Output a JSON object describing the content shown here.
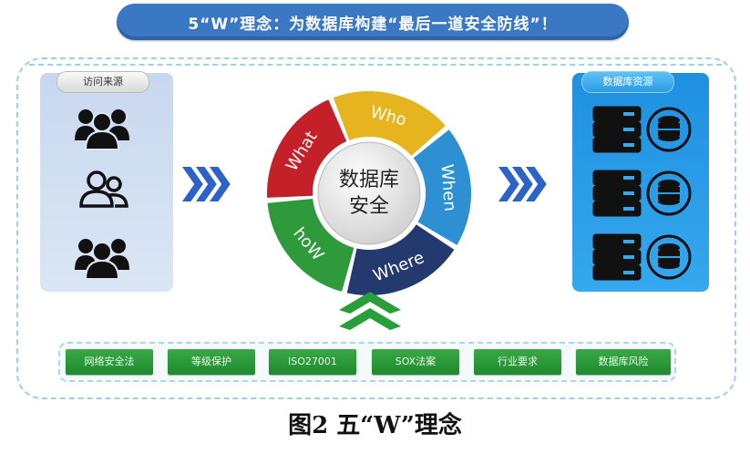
{
  "title": "5“W”理念：为数据库构建“最后一道安全防线”！",
  "left_panel": {
    "label": "访问来源"
  },
  "right_panel": {
    "label": "数据库资源"
  },
  "center": {
    "line1": "数据库",
    "line2": "安全",
    "segments": [
      {
        "label": "Who",
        "color": "#e6b41e"
      },
      {
        "label": "When",
        "color": "#2e8fd2"
      },
      {
        "label": "Where",
        "color": "#243a6e"
      },
      {
        "label": "hoW",
        "color": "#2f9a3c"
      },
      {
        "label": "What",
        "color": "#c4202a"
      }
    ]
  },
  "standards": [
    "网络安全法",
    "等级保护",
    "ISO27001",
    "SOX法案",
    "行业要求",
    "数据库风险"
  ],
  "caption": "图2 五“W”理念",
  "colors": {
    "banner": "#3a78c4",
    "arrow": "#2d63c8",
    "green_arrow": "#2a9e3a",
    "dashed": "#9fd0ea"
  }
}
